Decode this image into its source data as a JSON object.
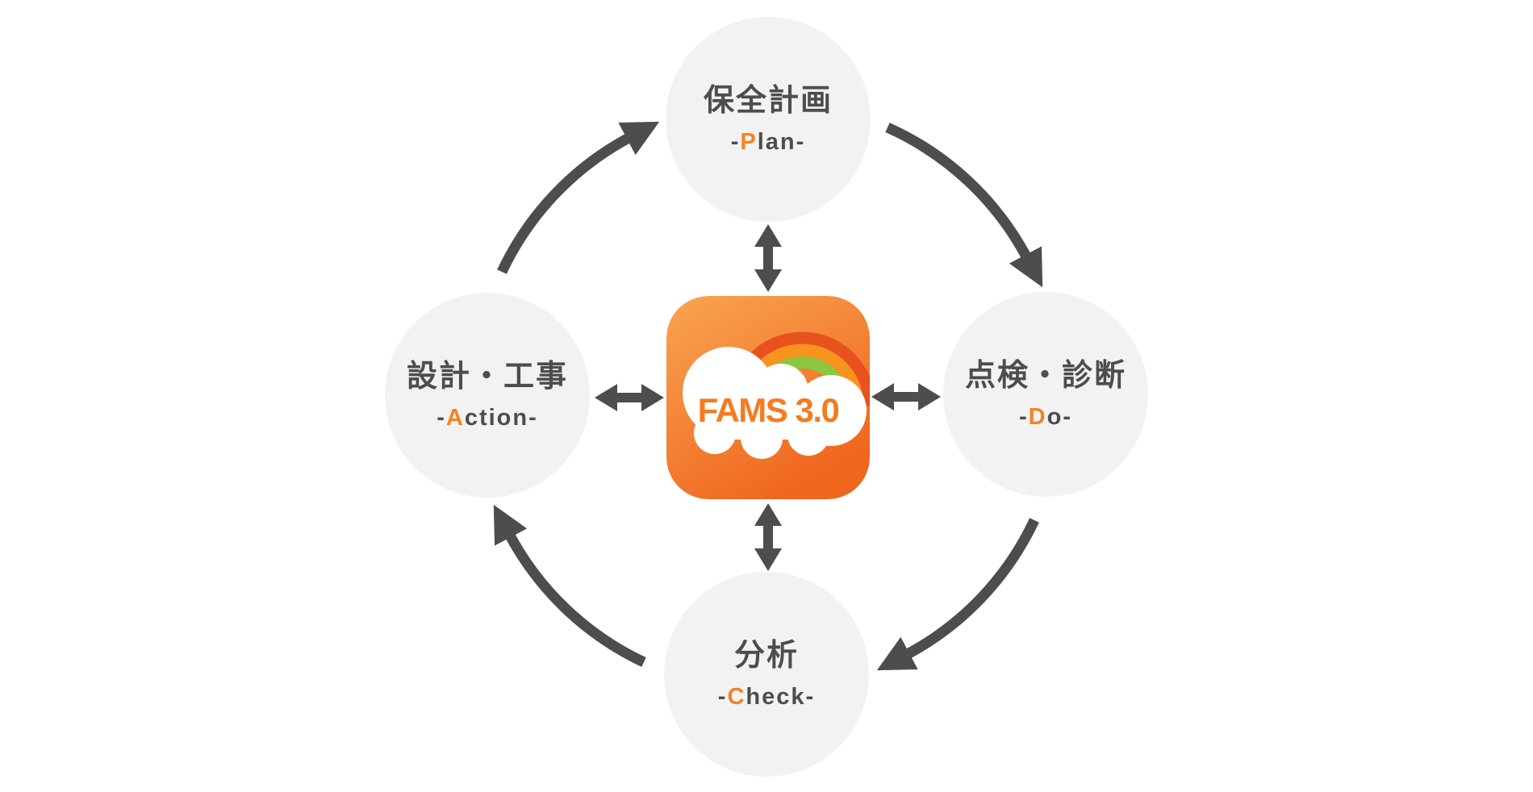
{
  "center_logo": {
    "product_name": "FAMS 3.0",
    "icon": "cloud-rainbow-icon"
  },
  "nodes": {
    "plan": {
      "label": "保全計画",
      "sub_pre": "-",
      "sub_accent": "P",
      "sub_rest": "lan-"
    },
    "do": {
      "label": "点検・診断",
      "sub_pre": "-",
      "sub_accent": "D",
      "sub_rest": "o-"
    },
    "check": {
      "label": "分析",
      "sub_pre": "-",
      "sub_accent": "C",
      "sub_rest": "heck-"
    },
    "action": {
      "label": "設計・工事",
      "sub_pre": "-",
      "sub_accent": "A",
      "sub_rest": "ction-"
    }
  },
  "cycle_order": [
    "plan",
    "do",
    "check",
    "action"
  ],
  "colors": {
    "accent_orange": "#F5821F",
    "arrow_gray": "#4D4D4D",
    "node_fill": "#F2F2F2",
    "text_gray": "#4D4D4D",
    "logo_gradient_start": "#F9A452",
    "logo_gradient_end": "#EF671E",
    "logo_text_orange": "#F47C20",
    "rainbow_red": "#E8521E",
    "rainbow_orange": "#F7941E",
    "rainbow_green": "#8DC63F"
  }
}
